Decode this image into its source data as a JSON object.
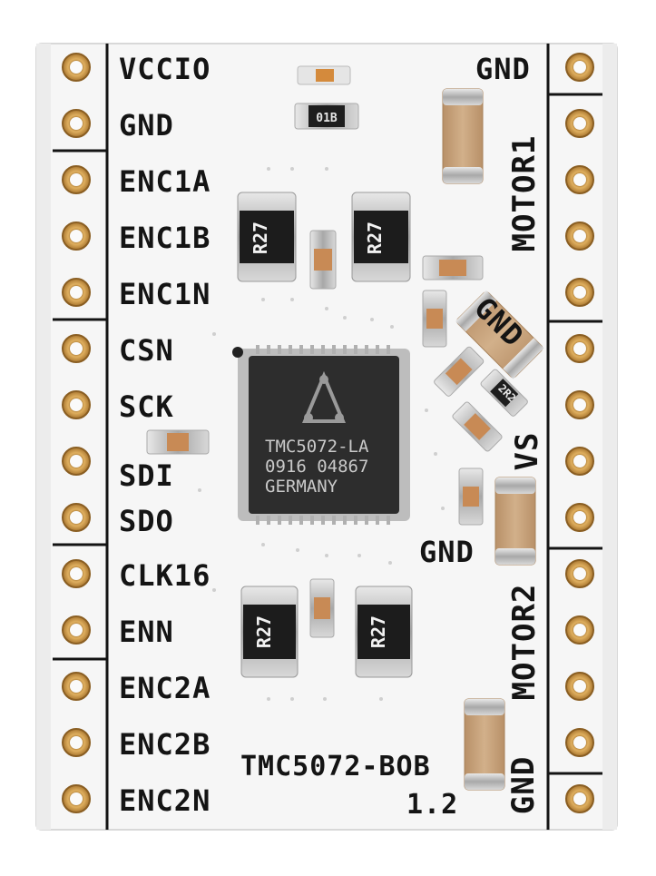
{
  "board": {
    "name": "TMC5072-BOB",
    "version": "1.2",
    "left_pins": [
      "VCCIO",
      "GND",
      "ENC1A",
      "ENC1B",
      "ENC1N",
      "CSN",
      "SCK",
      "SDI",
      "SDO",
      "CLK16",
      "ENN",
      "ENC2A",
      "ENC2B",
      "ENC2N"
    ],
    "right_labels": {
      "gnd_top": "GND",
      "motor1": "MOTOR1",
      "gnd_mid": "GND",
      "vs": "VS",
      "gnd_low": "GND",
      "motor2": "MOTOR2",
      "gnd_bottom": "GND"
    },
    "chip": {
      "line1": "TMC5072-LA",
      "line2": "0916 04867",
      "line3": "GERMANY"
    },
    "resistor_marking": "R27",
    "small_resistor_marking": "01B",
    "tiny_resistor_marking": "2R2",
    "colors": {
      "pcb": "#f7f7f7",
      "silkscreen": "#141414",
      "pad_gold": "#c8923c",
      "chip": "#2b2b2b",
      "capacitor": "#c9a57e"
    }
  }
}
